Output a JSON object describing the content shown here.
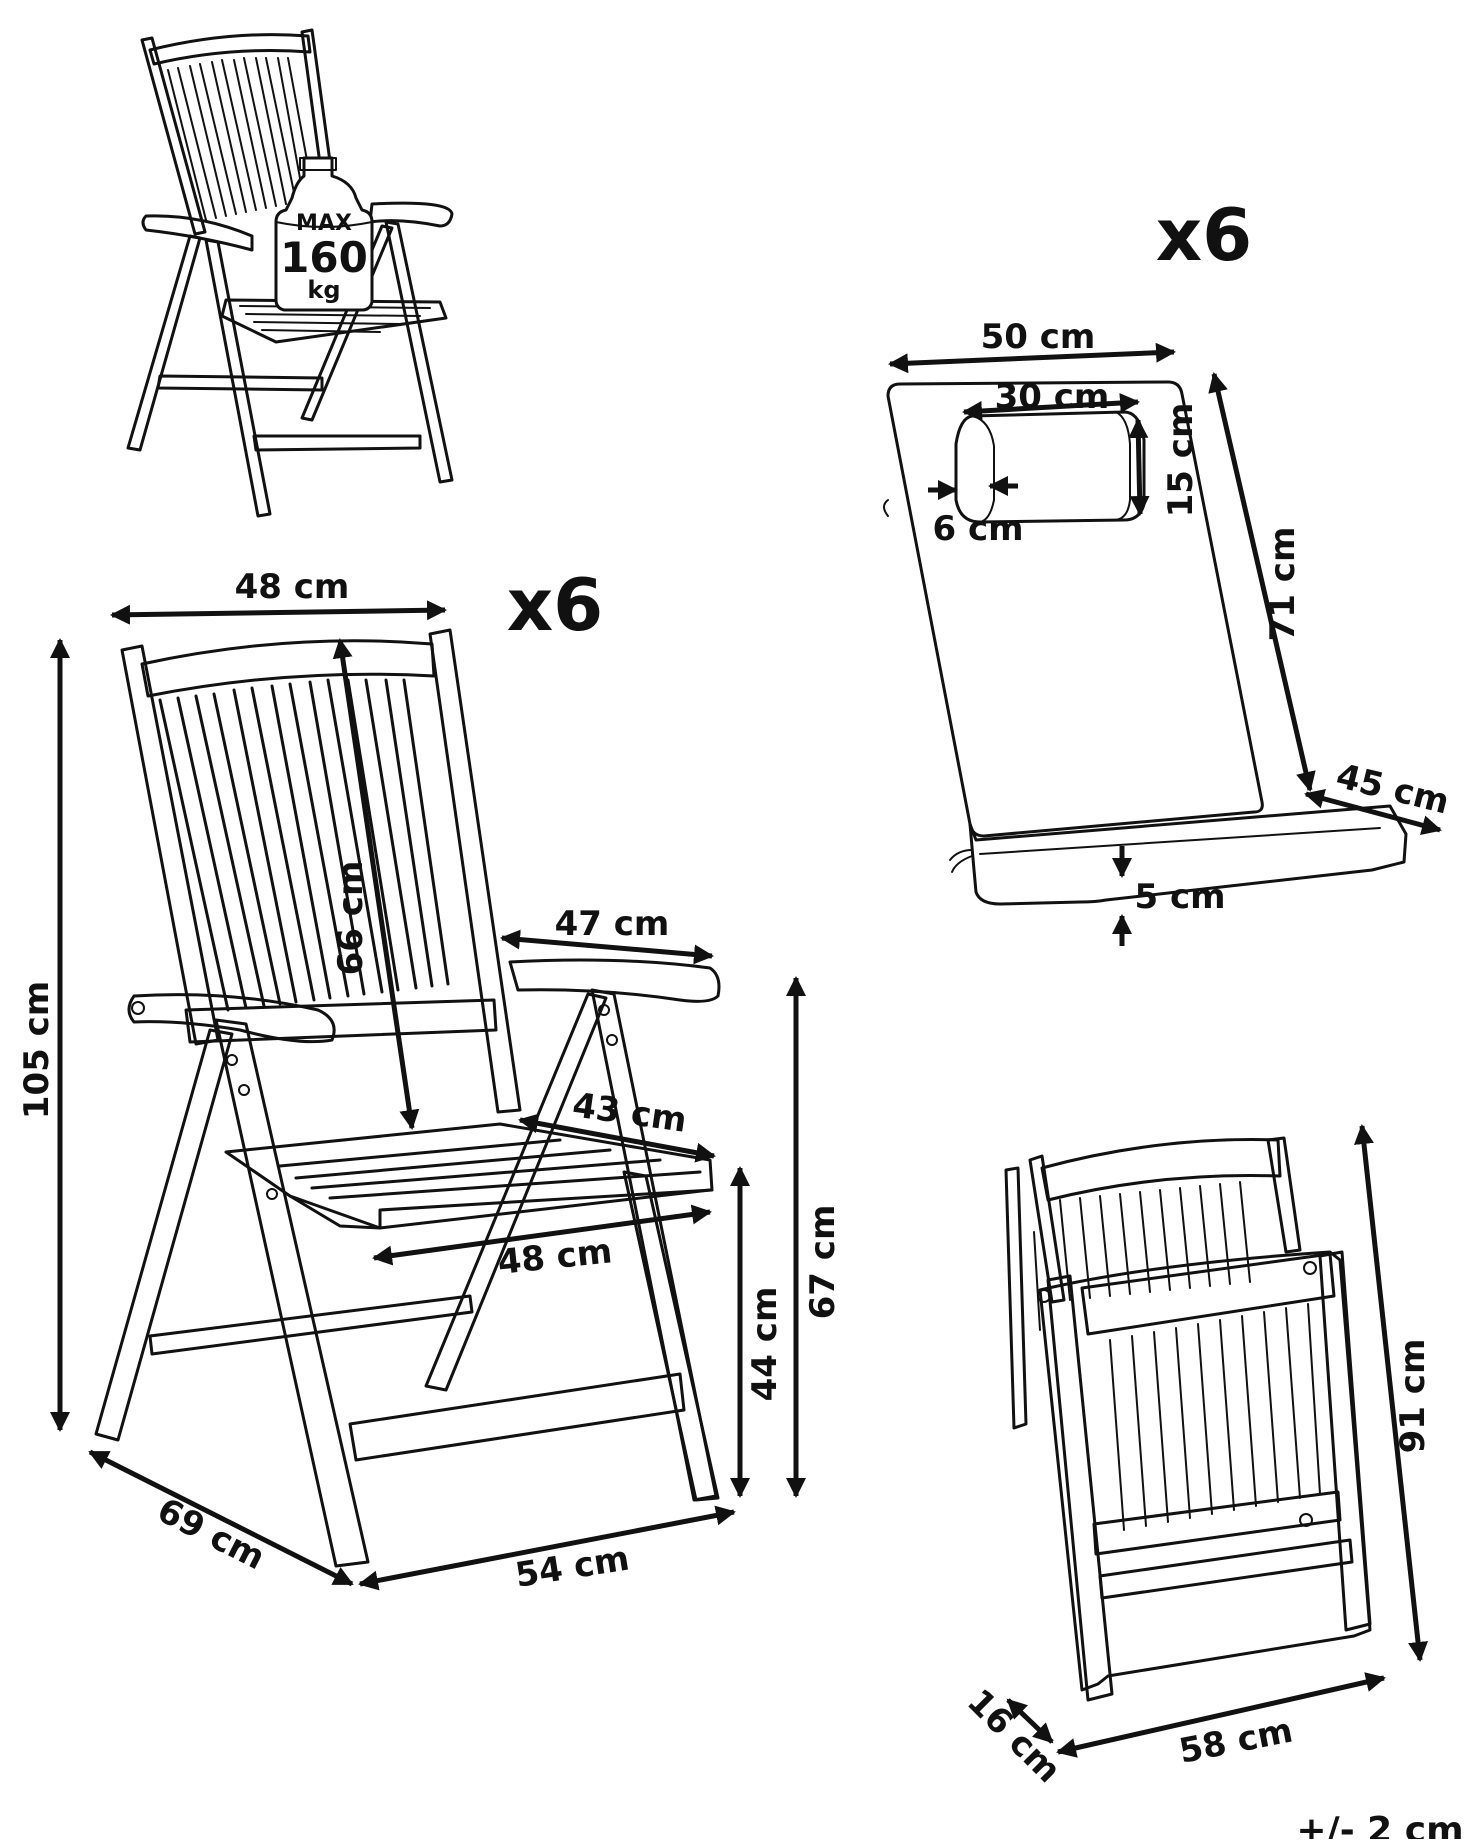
{
  "labels": {
    "multiplier_chair": "x6",
    "multiplier_cushion": "x6",
    "weight_max": "MAX",
    "weight_value": "160",
    "weight_unit": "kg",
    "tolerance": "+/- 2 cm"
  },
  "chair_dims": {
    "width_top": "48 cm",
    "height_total": "105 cm",
    "backrest": "66 cm",
    "armrest": "47 cm",
    "seat_depth": "43 cm",
    "seat_width": "48 cm",
    "seat_height": "44 cm",
    "arm_height": "67 cm",
    "depth": "69 cm",
    "width_base": "54 cm"
  },
  "cushion_dims": {
    "width": "50 cm",
    "pillow_width": "30 cm",
    "pillow_height": "15 cm",
    "pillow_depth": "6 cm",
    "back_length": "71 cm",
    "seat_depth": "45 cm",
    "thickness": "5 cm"
  },
  "folded_dims": {
    "height": "91 cm",
    "thickness": "16 cm",
    "width": "58 cm"
  }
}
